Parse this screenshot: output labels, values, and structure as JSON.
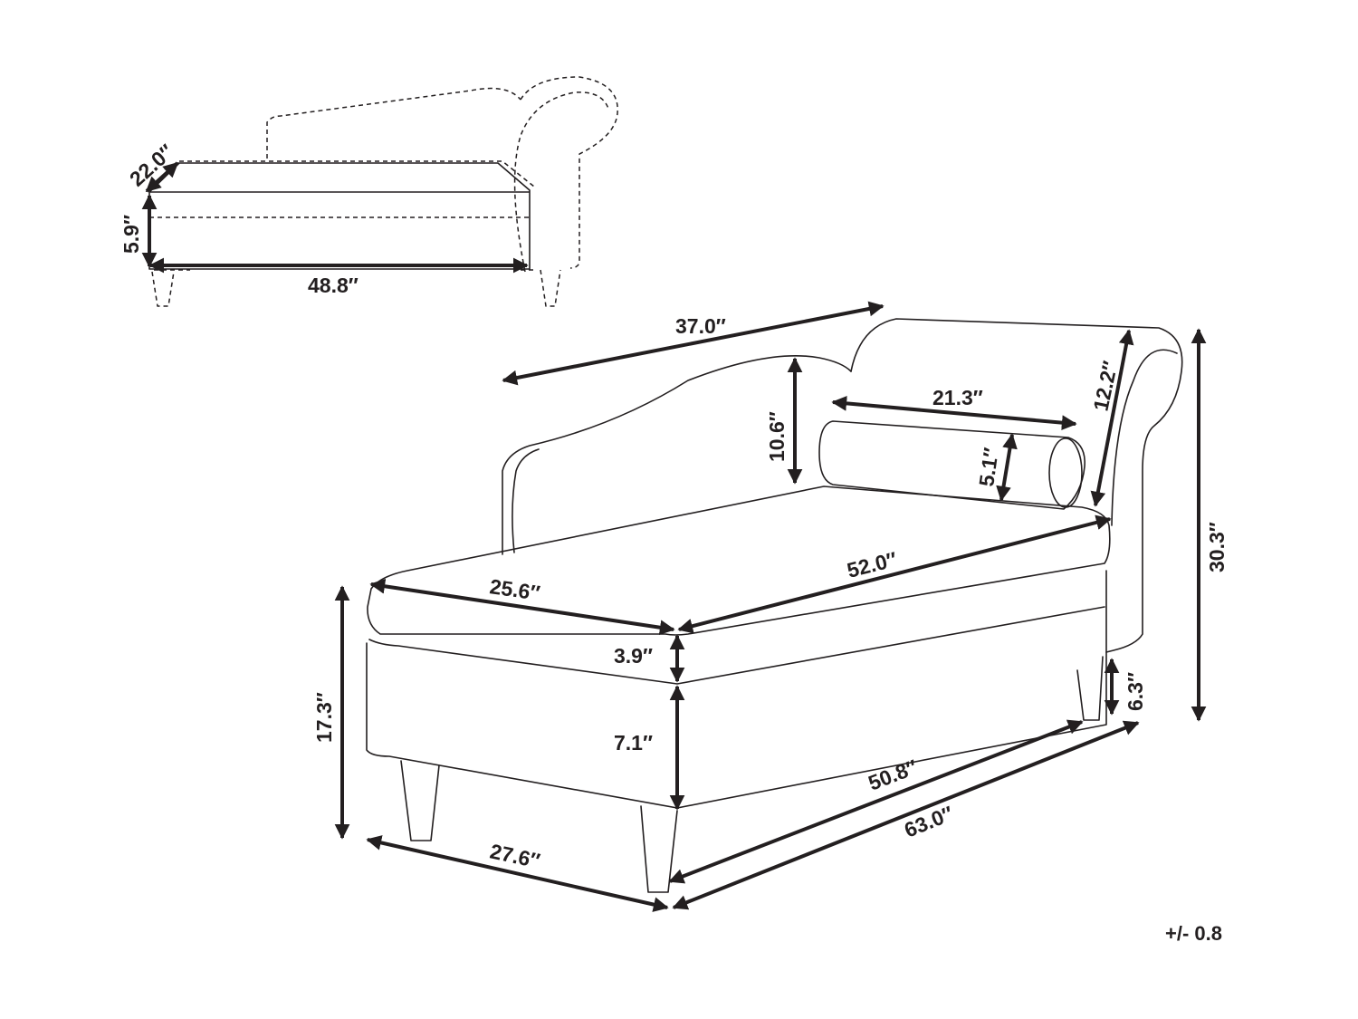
{
  "dimensions": {
    "storage_depth": "22.0″",
    "storage_height": "5.9″",
    "storage_length": "48.8″",
    "overall_depth": "37.0″",
    "backrest_height": "10.6″",
    "bolster_length": "21.3″",
    "bolster_diameter": "5.1″",
    "armrest_depth": "12.2″",
    "overall_height": "30.3″",
    "seat_width": "25.6″",
    "seat_length": "52.0″",
    "cushion_height": "3.9″",
    "base_height": "7.1″",
    "leg_height": "6.3″",
    "seat_height": "17.3″",
    "base_length": "50.8″",
    "overall_width": "27.6″",
    "overall_length": "63.0″"
  },
  "tolerance": "+/- 0.8"
}
